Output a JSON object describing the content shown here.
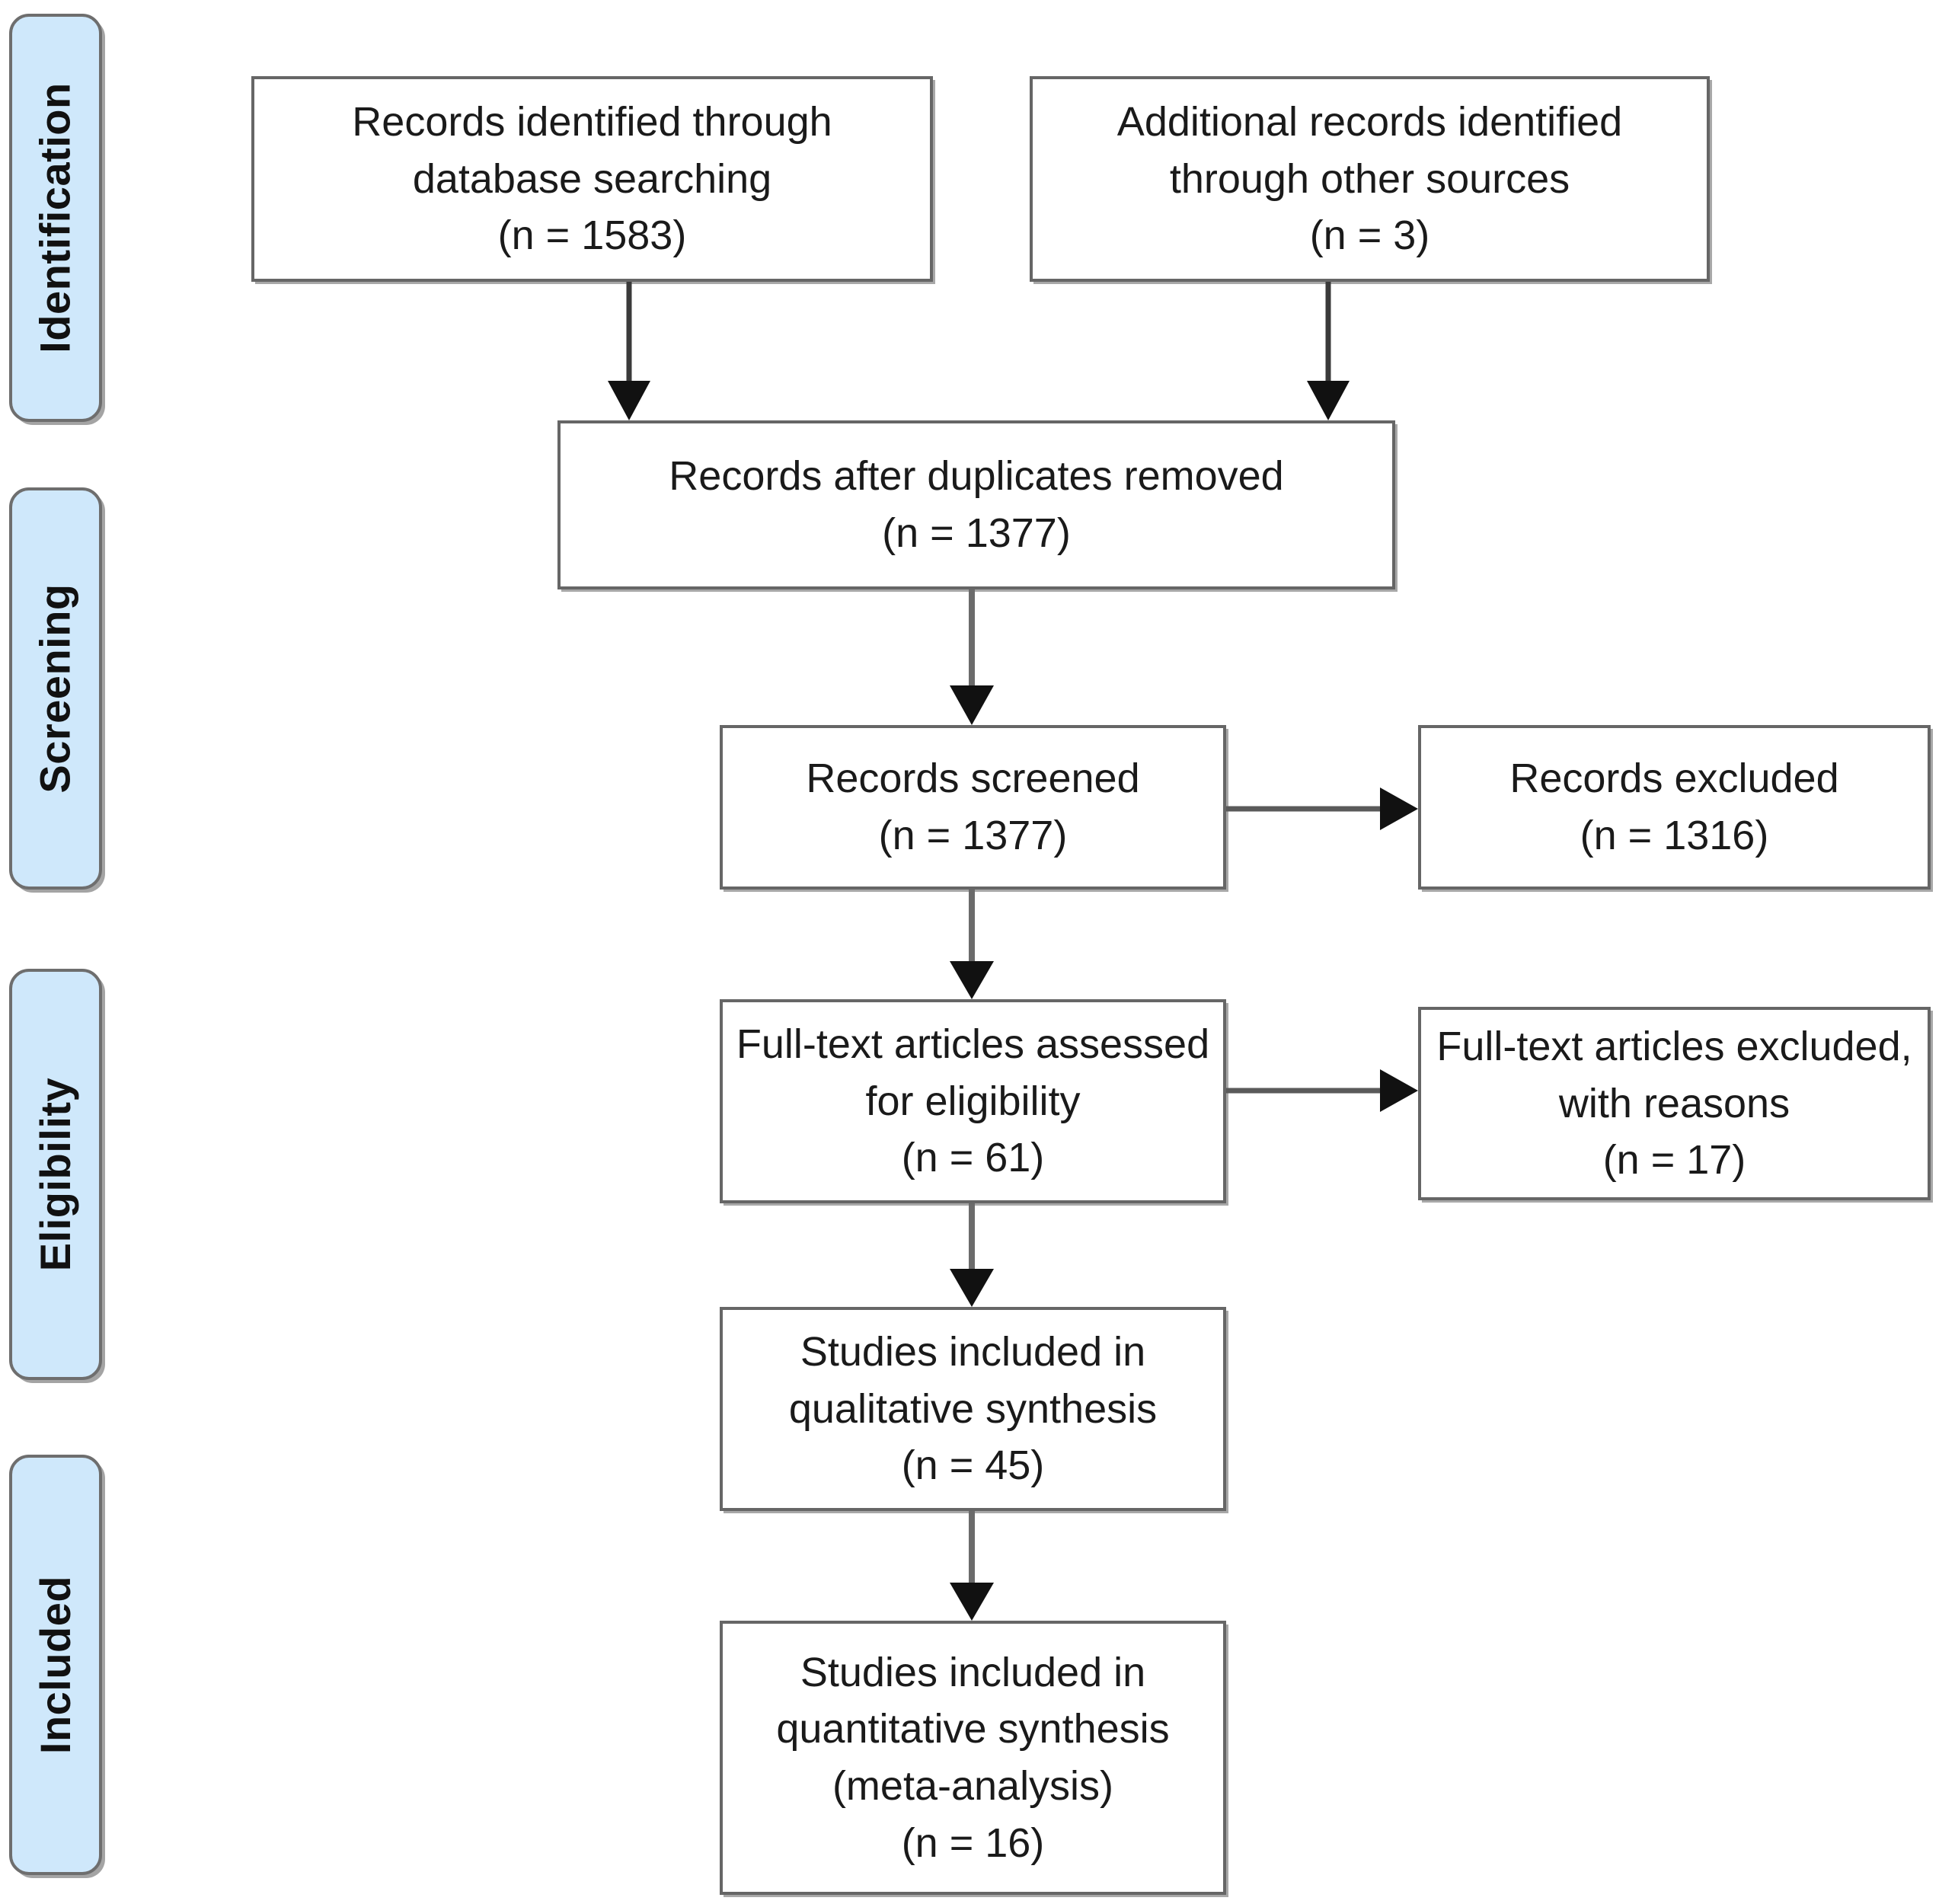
{
  "diagram": {
    "title": "PRISMA flow diagram",
    "accent_color": "#cfe8fb",
    "border_color": "#666666",
    "text_color": "#1a1a1a"
  },
  "phases": [
    {
      "id": "identification",
      "label": "Identification"
    },
    {
      "id": "screening",
      "label": "Screening"
    },
    {
      "id": "eligibility",
      "label": "Eligibility"
    },
    {
      "id": "included",
      "label": "Included"
    }
  ],
  "boxes": {
    "database_search": {
      "line1": "Records identified through",
      "line2": "database searching",
      "line3": "(n = 1583)"
    },
    "other_sources": {
      "line1": "Additional records identified",
      "line2": "through other sources",
      "line3": "(n = 3)"
    },
    "duplicates_removed": {
      "line1": "Records after duplicates removed",
      "line2": "(n = 1377)"
    },
    "records_screened": {
      "line1": "Records screened",
      "line2": "(n = 1377)"
    },
    "records_excluded": {
      "line1": "Records excluded",
      "line2": "(n = 1316)"
    },
    "fulltext_assessed": {
      "line1": "Full-text articles assessed",
      "line2": "for eligibility",
      "line3": "(n = 61)"
    },
    "fulltext_excluded": {
      "line1": "Full-text articles excluded,",
      "line2": "with reasons",
      "line3": "(n = 17)"
    },
    "qualitative_synthesis": {
      "line1": "Studies included in",
      "line2": "qualitative synthesis",
      "line3": "(n = 45)"
    },
    "quantitative_synthesis": {
      "line1": "Studies included in",
      "line2": "quantitative synthesis",
      "line3": "(meta-analysis)",
      "line4": "(n = 16)"
    }
  },
  "counts": {
    "database_search": 1583,
    "other_sources": 3,
    "duplicates_removed": 1377,
    "records_screened": 1377,
    "records_excluded": 1316,
    "fulltext_assessed": 61,
    "fulltext_excluded": 17,
    "qualitative_synthesis": 45,
    "quantitative_synthesis": 16
  }
}
